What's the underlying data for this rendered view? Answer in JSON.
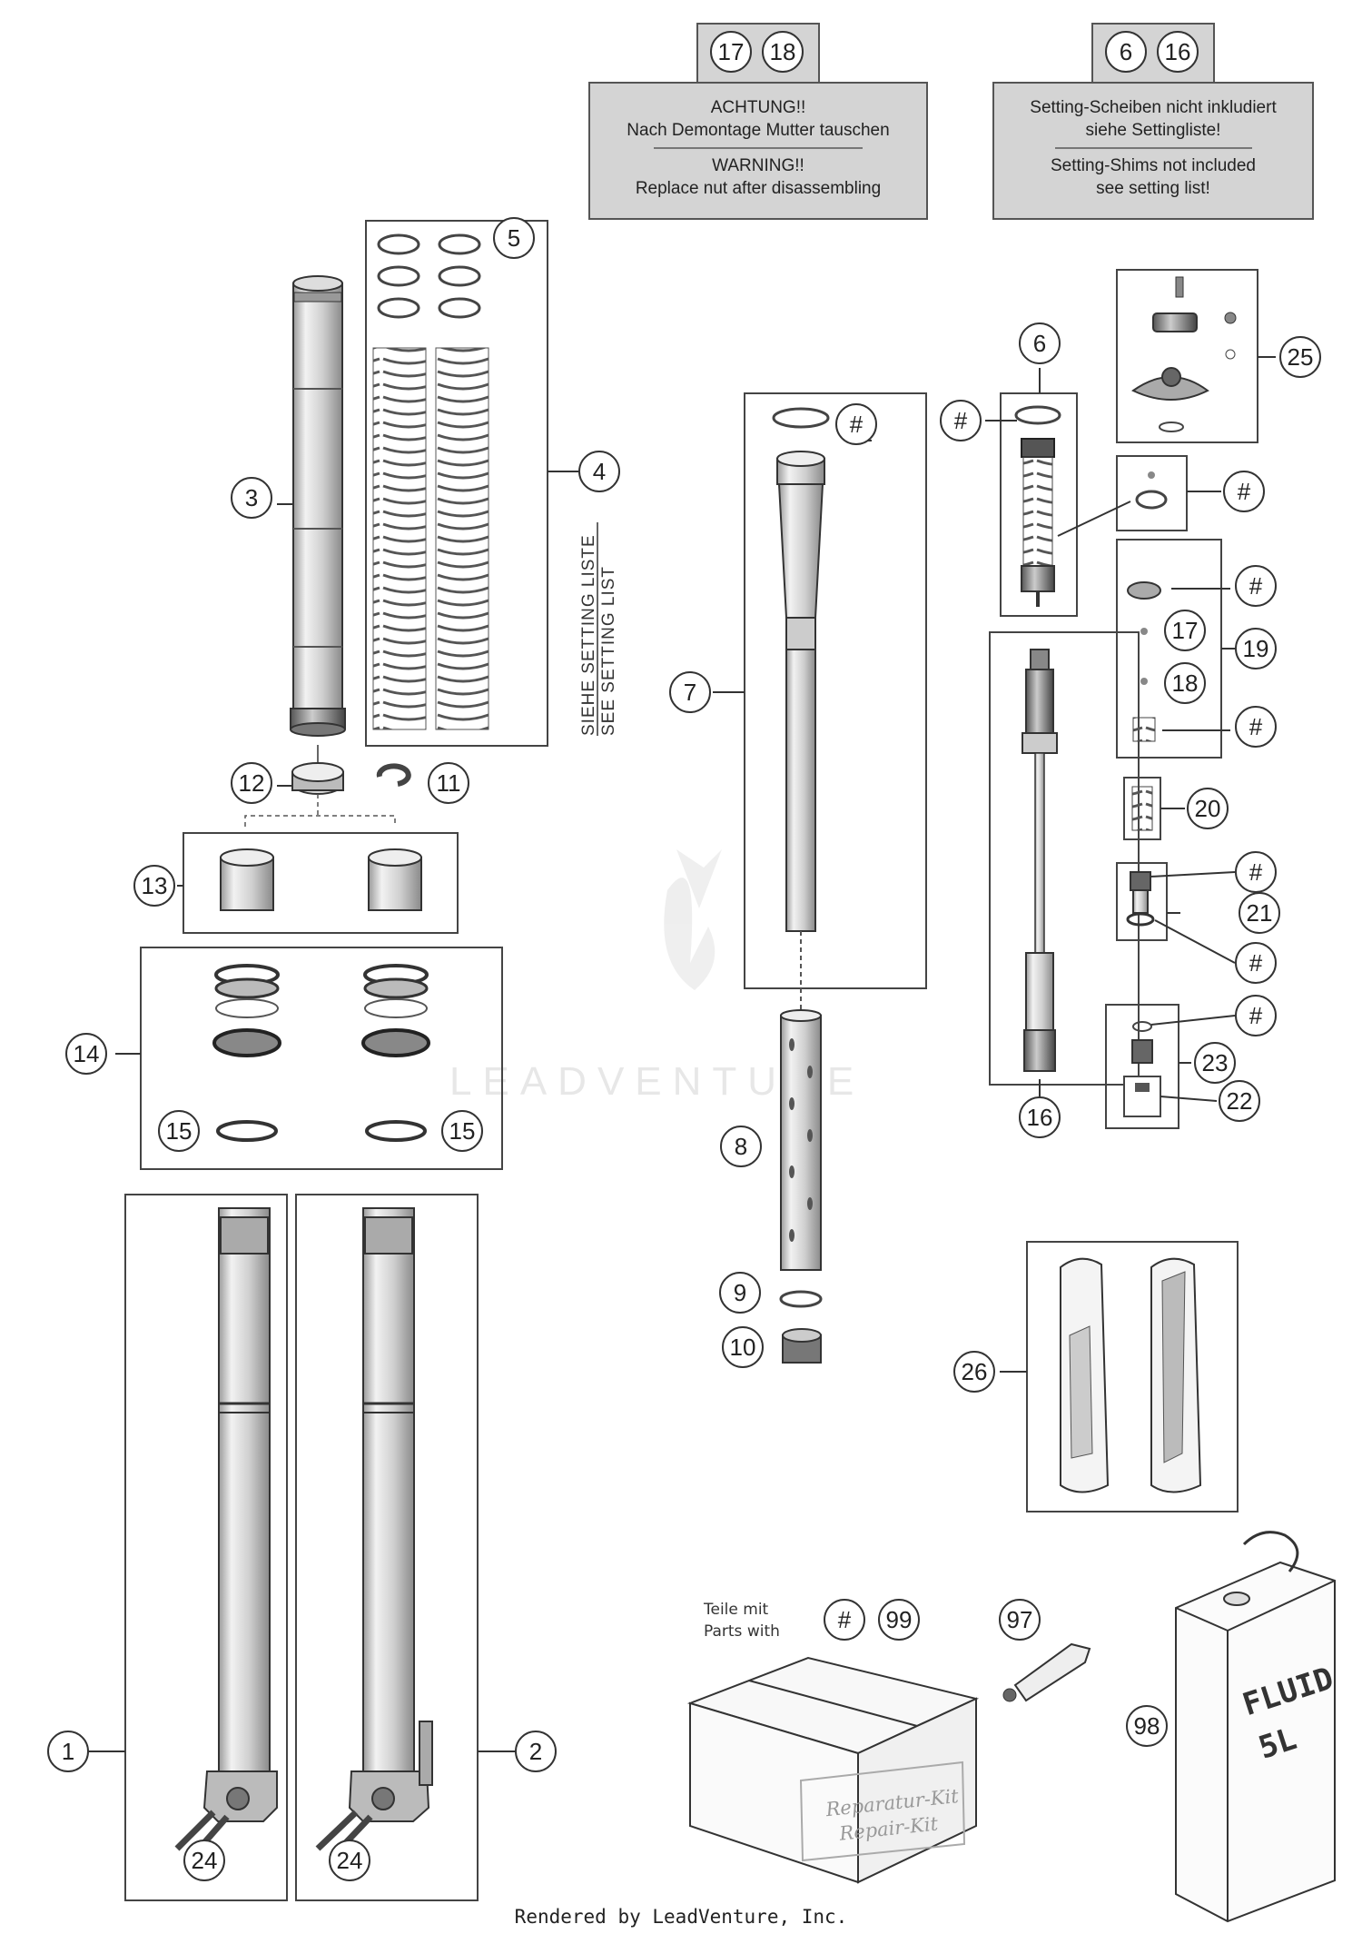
{
  "notes": {
    "warning": {
      "refs": [
        "17",
        "18"
      ],
      "de_title": "ACHTUNG!!",
      "de_text": "Nach Demontage Mutter tauschen",
      "en_title": "WARNING!!",
      "en_text": "Replace nut after disassembling"
    },
    "shims": {
      "refs": [
        "6",
        "16"
      ],
      "de_line1": "Setting-Scheiben nicht inkludiert",
      "de_line2": "siehe Settingliste!",
      "en_line1": "Setting-Shims not included",
      "en_line2": "see setting list!"
    }
  },
  "setting_list": {
    "de": "SIEHE SETTING LISTE",
    "en": "SEE SETTING LIST"
  },
  "parts_with": {
    "de": "Teile mit",
    "en": "Parts with",
    "refs": [
      "#",
      "99"
    ]
  },
  "kit_label": {
    "de": "Reparatur-Kit",
    "en": "Repair-Kit"
  },
  "fluid_label": {
    "line1": "FLUID",
    "line2": "5L"
  },
  "watermark": "LEADVENTURE",
  "footer": "Rendered by LeadVenture, Inc.",
  "callouts": [
    {
      "id": "c1",
      "label": "1"
    },
    {
      "id": "c2",
      "label": "2"
    },
    {
      "id": "c3",
      "label": "3"
    },
    {
      "id": "c4",
      "label": "4"
    },
    {
      "id": "c5",
      "label": "5"
    },
    {
      "id": "c6",
      "label": "6"
    },
    {
      "id": "c7",
      "label": "7"
    },
    {
      "id": "c8",
      "label": "8"
    },
    {
      "id": "c9",
      "label": "9"
    },
    {
      "id": "c10",
      "label": "10"
    },
    {
      "id": "c11",
      "label": "11"
    },
    {
      "id": "c12",
      "label": "12"
    },
    {
      "id": "c13",
      "label": "13"
    },
    {
      "id": "c14",
      "label": "14"
    },
    {
      "id": "c15a",
      "label": "15"
    },
    {
      "id": "c15b",
      "label": "15"
    },
    {
      "id": "c16",
      "label": "16"
    },
    {
      "id": "c17",
      "label": "17"
    },
    {
      "id": "c18",
      "label": "18"
    },
    {
      "id": "c19",
      "label": "19"
    },
    {
      "id": "c20",
      "label": "20"
    },
    {
      "id": "c21",
      "label": "21"
    },
    {
      "id": "c22",
      "label": "22"
    },
    {
      "id": "c23",
      "label": "23"
    },
    {
      "id": "c24a",
      "label": "24"
    },
    {
      "id": "c24b",
      "label": "24"
    },
    {
      "id": "c25",
      "label": "25"
    },
    {
      "id": "c26",
      "label": "26"
    },
    {
      "id": "c97",
      "label": "97"
    },
    {
      "id": "c98",
      "label": "98"
    },
    {
      "id": "h1",
      "label": "#"
    },
    {
      "id": "h2",
      "label": "#"
    },
    {
      "id": "h3",
      "label": "#"
    },
    {
      "id": "h4",
      "label": "#"
    },
    {
      "id": "h5",
      "label": "#"
    },
    {
      "id": "h6",
      "label": "#"
    },
    {
      "id": "h7",
      "label": "#"
    },
    {
      "id": "h8",
      "label": "#"
    },
    {
      "id": "h9",
      "label": "#"
    }
  ]
}
